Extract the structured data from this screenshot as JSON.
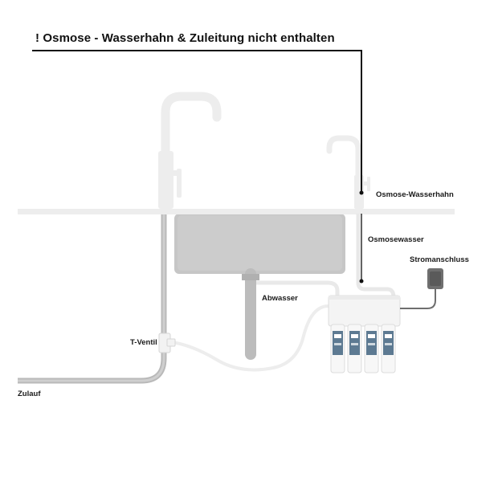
{
  "headline": "! Osmose - Wasserhahn & Zuleitung nicht enthalten",
  "labels": {
    "osmose_tap": "Osmose-Wasserhahn",
    "osmosis_water": "Osmosewasser",
    "power": "Stromanschluss",
    "drain": "Abwasser",
    "t_valve": "T-Ventil",
    "inlet": "Zulauf"
  },
  "icons": {
    "main_faucet": "faucet-icon",
    "osmosis_faucet": "faucet-icon",
    "sink": "sink-basin",
    "filter_unit": "ro-filter-unit",
    "power_plug": "power-plug-icon"
  },
  "colors": {
    "background": "#ffffff",
    "fixture": "#efefef",
    "fixture_outline": "#d8d8d8",
    "sink_basin": "#c9c9c9",
    "drain_pipe": "#bdbdbd",
    "callout_line": "#111111",
    "cartridge_label": "#4a6b86"
  }
}
